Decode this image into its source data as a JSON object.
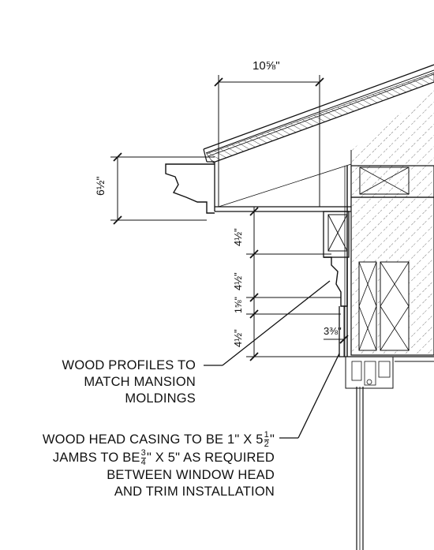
{
  "dimensions": {
    "top_width": "10⅝\"",
    "soffit_height": "6½\"",
    "stack_1": "4½\"",
    "stack_2": "4½\"",
    "stack_3": "1⅝\"",
    "stack_4": "4½\"",
    "casing_offset": "3⅜\""
  },
  "notes": {
    "profiles": {
      "line1": "WOOD PROFILES TO",
      "line2": "MATCH MANSION",
      "line3": "MOLDINGS"
    },
    "casing": {
      "line1_a": "WOOD HEAD CASING TO BE 1\" X 5",
      "line1_frac_num": "1",
      "line1_frac_den": "2",
      "line1_b": "\"",
      "line2_a": "JAMBS TO BE",
      "line2_frac_num": "3",
      "line2_frac_den": "4",
      "line2_b": "\" X 5\" AS REQUIRED",
      "line3": "BETWEEN WINDOW HEAD",
      "line4": "AND TRIM INSTALLATION"
    }
  }
}
